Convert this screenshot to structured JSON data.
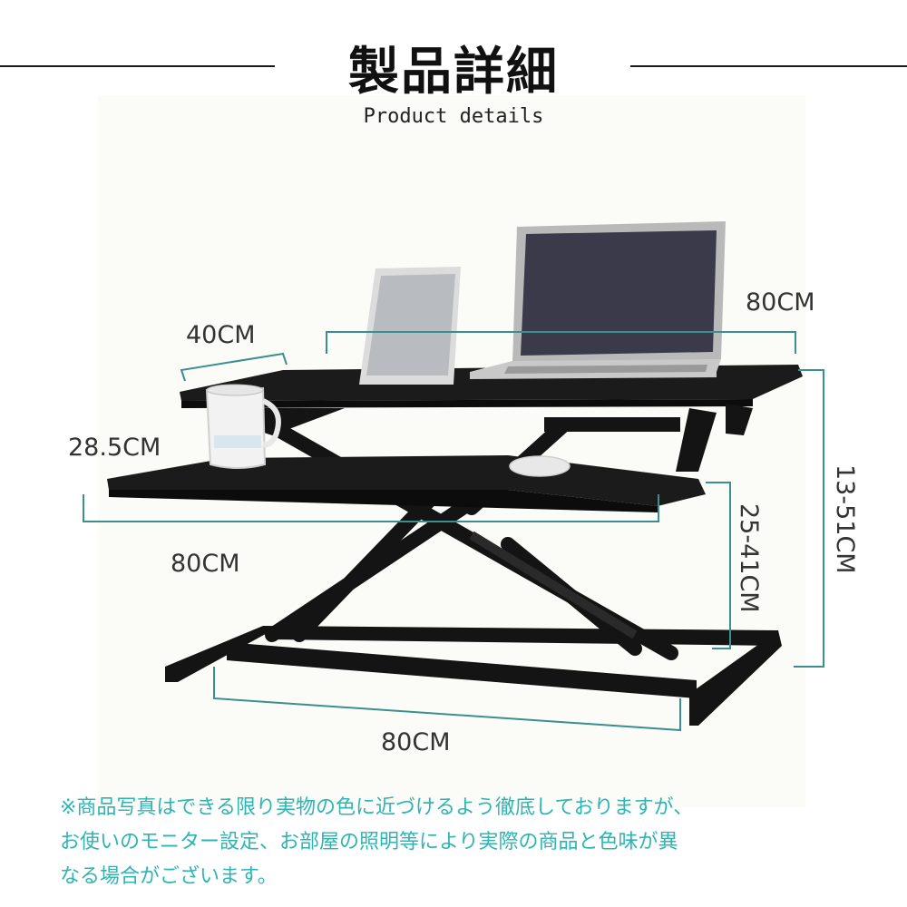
{
  "header": {
    "title": "製品詳細",
    "subtitle": "Product details"
  },
  "dimensions": {
    "top_width": "80CM",
    "top_left_depth": "40CM",
    "keyboard_depth": "28.5CM",
    "keyboard_width": "80CM",
    "base_width": "80CM",
    "keyboard_height": "25-41CM",
    "total_height": "13-51CM"
  },
  "notice": {
    "line1": "※商品写真はできる限り実物の色に近づけるよう徹底しておりますが、",
    "line2": "お使いのモニター設定、お部屋の照明等により実際の商品と色味が異",
    "line3": "なる場合がございます。"
  },
  "colors": {
    "accent_teal": "#2fb4b4",
    "dimension_line": "#3a8f8f",
    "desk_black": "#141414"
  },
  "icons": [
    "standing-desk-image",
    "laptop-image",
    "tablet-image",
    "mug-image",
    "mouse-image"
  ]
}
